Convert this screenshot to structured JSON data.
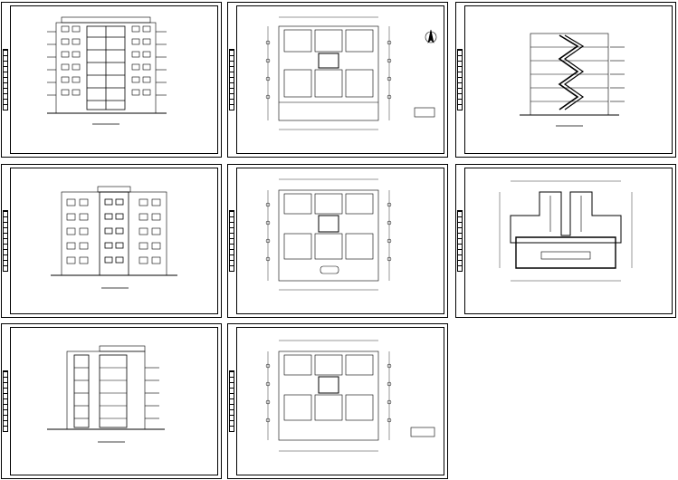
{
  "page": {
    "background": "#ffffff",
    "line_color": "#000000"
  },
  "sheets": [
    {
      "id": "elev-front",
      "kind": "elevation",
      "caption": ""
    },
    {
      "id": "plan-1",
      "kind": "floor-plan",
      "caption": "",
      "north_arrow": true,
      "title_block": true
    },
    {
      "id": "section-1",
      "kind": "section",
      "caption": ""
    },
    {
      "id": "elev-back",
      "kind": "elevation",
      "caption": ""
    },
    {
      "id": "plan-2",
      "kind": "floor-plan",
      "caption": "",
      "subcaption": ""
    },
    {
      "id": "roof-plan",
      "kind": "roof-plan",
      "caption": ""
    },
    {
      "id": "elev-side",
      "kind": "elevation",
      "caption": ""
    },
    {
      "id": "plan-3",
      "kind": "floor-plan",
      "caption": "",
      "title_block": true
    }
  ]
}
